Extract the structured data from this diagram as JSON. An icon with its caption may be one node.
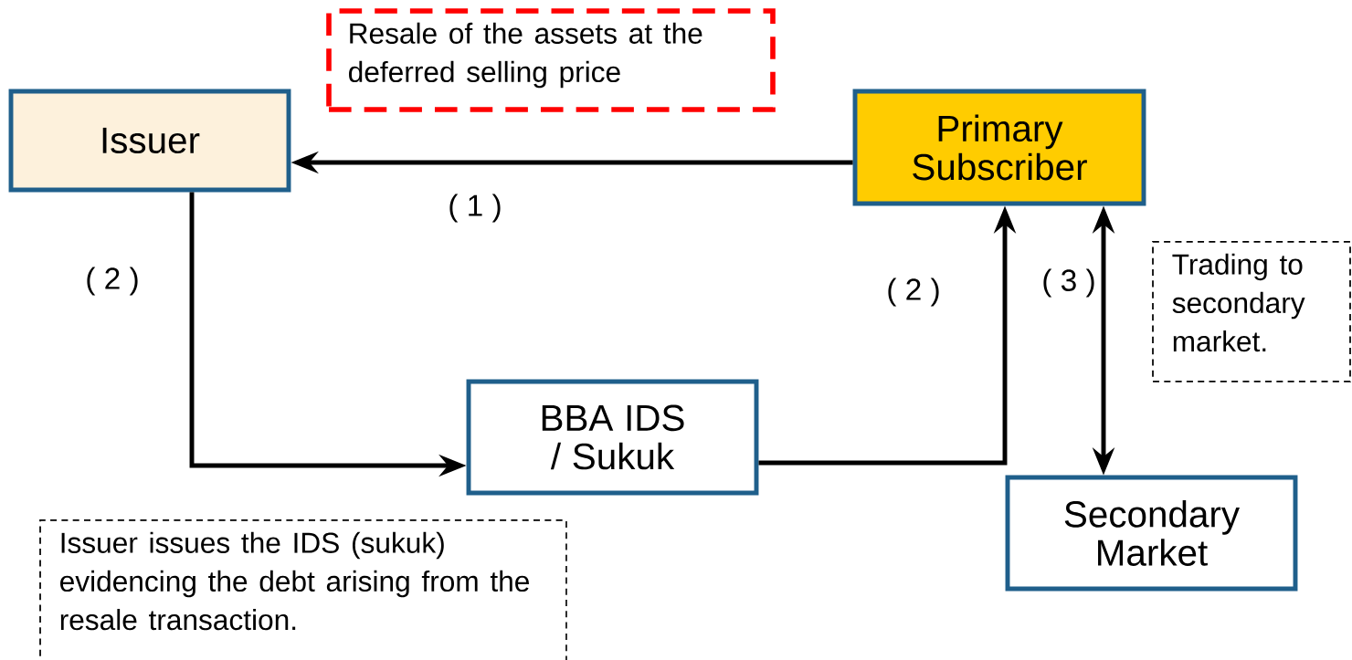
{
  "diagram": {
    "nodes": [
      {
        "text": [
          "Issuer"
        ]
      },
      {
        "text": [
          "Primary Subscriber"
        ]
      },
      {
        "text": [
          "BBA IDS / Sukuk"
        ]
      },
      {
        "text": [
          "Secondary Market"
        ]
      },
      {
        "text": [
          "Resale of the assets at the deferred selling price"
        ]
      },
      {
        "text": [
          "Issuer issues the IDS (sukuk) evidencing the debt arising from the resale transaction."
        ]
      },
      {
        "text": [
          "Trading to secondary market."
        ]
      }
    ],
    "edges": [
      {
        "from": 1,
        "to": 0,
        "arrow": "to",
        "label": "( 1 )"
      },
      {
        "from": 0,
        "to": 2,
        "arrow": "to",
        "label": "( 2 )"
      },
      {
        "from": 2,
        "to": 1,
        "arrow": "to",
        "label": "( 2 )"
      },
      {
        "from": 1,
        "to": 3,
        "arrow": "both",
        "label": "( 3 )"
      }
    ]
  }
}
